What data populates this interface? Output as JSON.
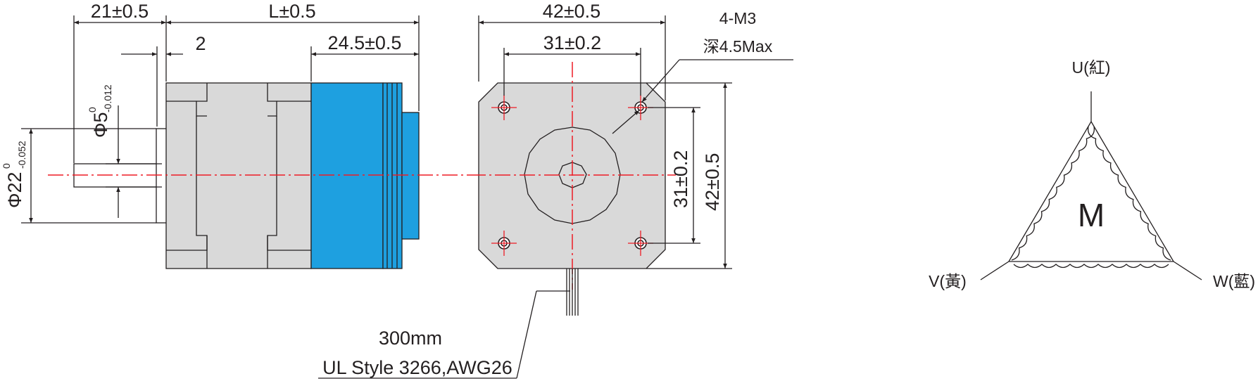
{
  "side_view": {
    "dim_shaft_length": "21±0.5",
    "dim_body_length": "L±0.5",
    "dim_flange": "2",
    "dim_driver_length": "24.5±0.5",
    "dim_shaft_dia_base": "Φ5",
    "dim_shaft_dia_upper": "0",
    "dim_shaft_dia_lower": "-0.012",
    "dim_boss_dia_base": "Φ22",
    "dim_boss_dia_upper": "0",
    "dim_boss_dia_lower": "-0.052"
  },
  "front_view": {
    "dim_width": "42±0.5",
    "dim_hole_spacing_h": "31±0.2",
    "hole_note_line1": "4-M3",
    "hole_note_line2": "深4.5Max",
    "dim_hole_spacing_v": "31±0.2",
    "dim_height": "42±0.5"
  },
  "cable": {
    "length": "300mm",
    "spec": "UL Style 3266,AWG26"
  },
  "wiring": {
    "motor_label": "M",
    "terminal_u": "U(紅)",
    "terminal_v": "V(黃)",
    "terminal_w": "W(藍)"
  },
  "colors": {
    "driver_blue": "#1ea0e0",
    "body_gray": "#d9d9d9",
    "centerline_red": "#ee1c25",
    "line_dark": "#231f20"
  }
}
